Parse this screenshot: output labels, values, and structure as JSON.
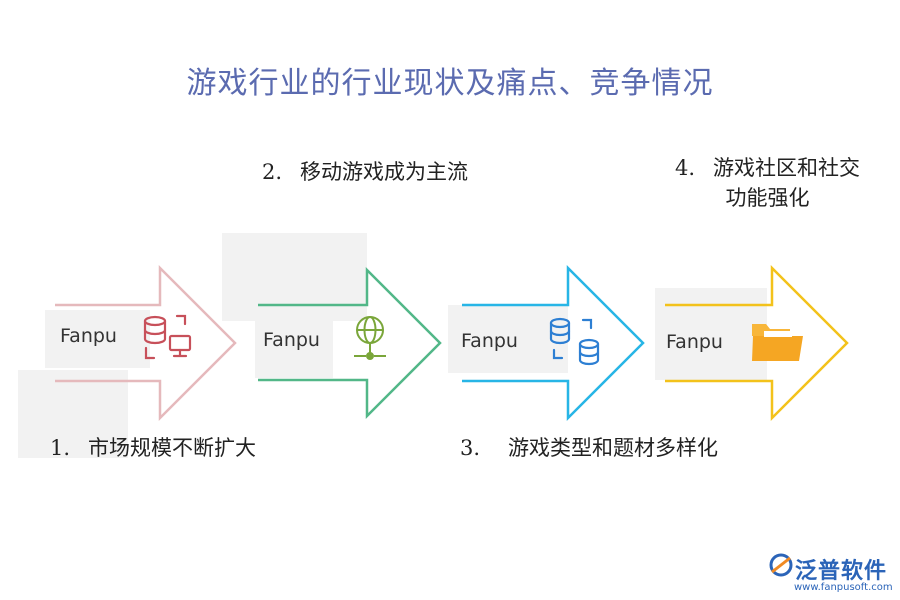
{
  "title": "游戏行业的行业现状及痛点、竞争情况",
  "steps": [
    {
      "num": "1.",
      "text": "市场规模不断扩大",
      "fanpu": "Fanpu",
      "icon": "database-monitor-icon",
      "color": "#e5b9bc"
    },
    {
      "num": "2.",
      "text": "移动游戏成为主流",
      "fanpu": "Fanpu",
      "icon": "network-globe-icon",
      "color": "#52b788"
    },
    {
      "num": "3.",
      "text": "游戏类型和题材多样化",
      "fanpu": "Fanpu",
      "icon": "database-sync-icon",
      "color": "#27b5e6"
    },
    {
      "num": "4.",
      "text_line1": "游戏社区和社交",
      "text_line2": "功能强化",
      "fanpu": "Fanpu",
      "icon": "folder-icon",
      "color": "#f3c21b"
    }
  ],
  "logo": {
    "name": "泛普软件",
    "url": "www.fanpusoft.com"
  }
}
